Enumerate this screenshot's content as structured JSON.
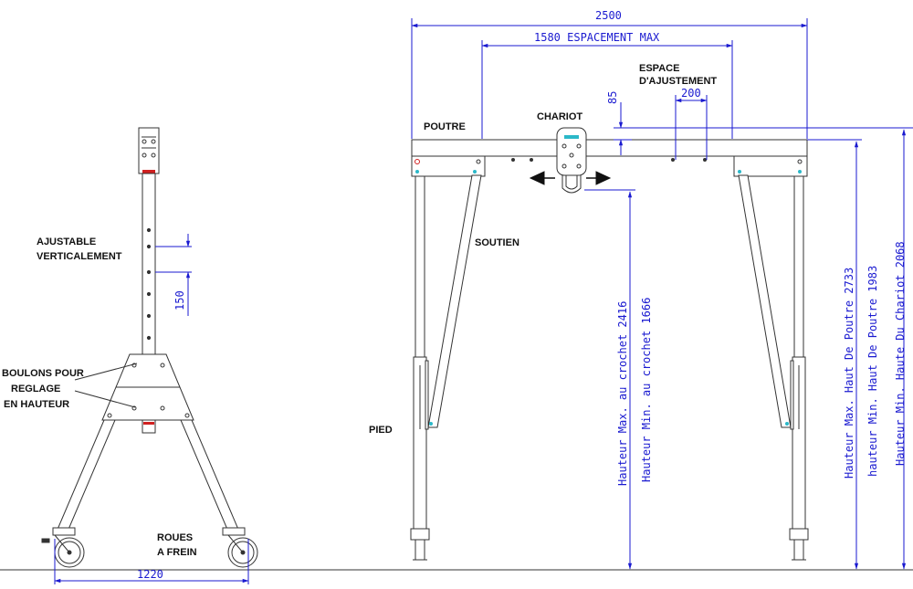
{
  "labels": {
    "ajustable_line1": "AJUSTABLE",
    "ajustable_line2": "VERTICALEMENT",
    "boulons_line1": "BOULONS POUR",
    "boulons_line2": "REGLAGE",
    "boulons_line3": "EN HAUTEUR",
    "roues_line1": "ROUES",
    "roues_line2": "A FREIN",
    "poutre": "POUTRE",
    "chariot": "CHARIOT",
    "soutien": "SOUTIEN",
    "pied": "PIED",
    "espace_line1": "ESPACE",
    "espace_line2": "D'AJUSTEMENT"
  },
  "dimensions": {
    "base_width": "1220",
    "hole_spacing": "150",
    "overall_width": "2500",
    "spacing_max": "1580 ESPACEMENT MAX",
    "adjust_spacing": "200",
    "chariot_offset": "85",
    "hook_max": "Hauteur Max. au crochet 2416",
    "hook_min": "Hauteur Min. au crochet 1666",
    "beam_max": "Hauteur Max. Haut De Poutre 2733",
    "beam_min": "hauteur Min. Haut De Poutre 1983",
    "chariot_min": "Hauteur Min. Haute Du Chariot 2068"
  },
  "colors": {
    "line": "#333333",
    "dimension": "#1a1ad0",
    "accent_red": "#d02020",
    "accent_cyan": "#2bb8c8"
  }
}
